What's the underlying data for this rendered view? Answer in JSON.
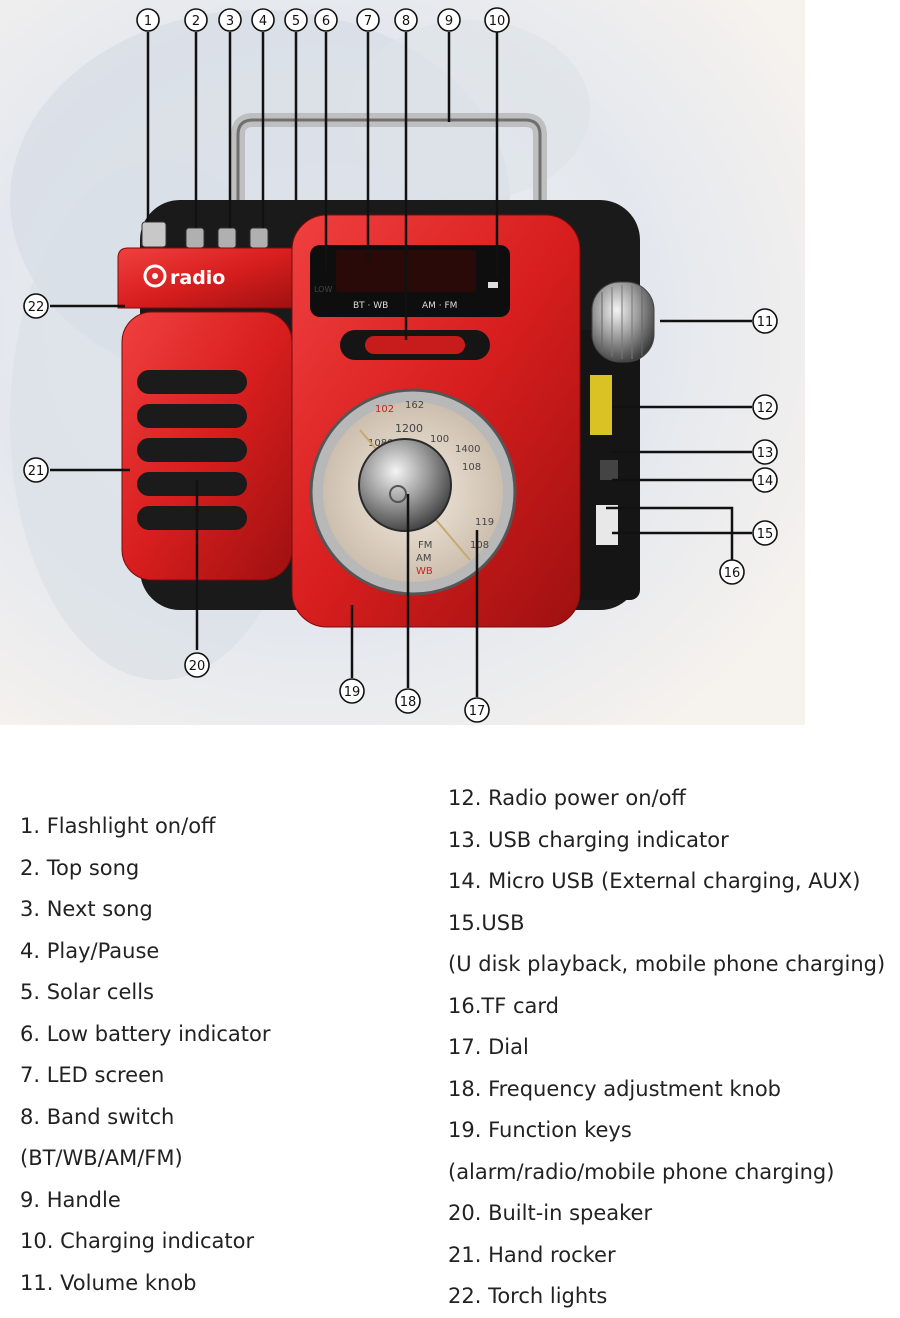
{
  "product": {
    "brand_label": "radio",
    "band_label_bt_wb": "BT · WB",
    "band_label_am_fm": "AM · FM",
    "low_battery_label": "LOW",
    "dial_top_numbers": [
      "102",
      "1200",
      "162",
      "1400"
    ],
    "dial_numbers": [
      "100",
      "108",
      "119",
      "1080",
      "108"
    ],
    "dial_bands": [
      "FM",
      "AM",
      "WB"
    ]
  },
  "callouts": [
    "1",
    "2",
    "3",
    "4",
    "5",
    "6",
    "7",
    "8",
    "9",
    "10",
    "11",
    "12",
    "13",
    "14",
    "15",
    "16",
    "17",
    "18",
    "19",
    "20",
    "21",
    "22"
  ],
  "legend": {
    "left": [
      "1. Flashlight on/off",
      "2. Top song",
      "3. Next song",
      "4. Play/Pause",
      "5. Solar cells",
      "6. Low battery indicator",
      "7. LED screen",
      "8. Band switch",
      "(BT/WB/AM/FM)",
      "9. Handle",
      "10. Charging indicator",
      "11. Volume knob"
    ],
    "right": [
      "12. Radio power on/off",
      "13. USB charging indicator",
      "14. Micro USB (External charging, AUX)",
      "15.USB",
      "(U disk playback, mobile phone charging)",
      "16.TF card",
      "17. Dial",
      "18. Frequency adjustment knob",
      "19. Function keys",
      "(alarm/radio/mobile phone charging)",
      "20. Built-in speaker",
      "21. Hand rocker",
      "22. Torch lights"
    ]
  },
  "colors": {
    "body_red": "#d81e1e",
    "dark_red": "#9e1010",
    "black_frame": "#1a1a1a",
    "dial_face": "#e8dccb"
  }
}
